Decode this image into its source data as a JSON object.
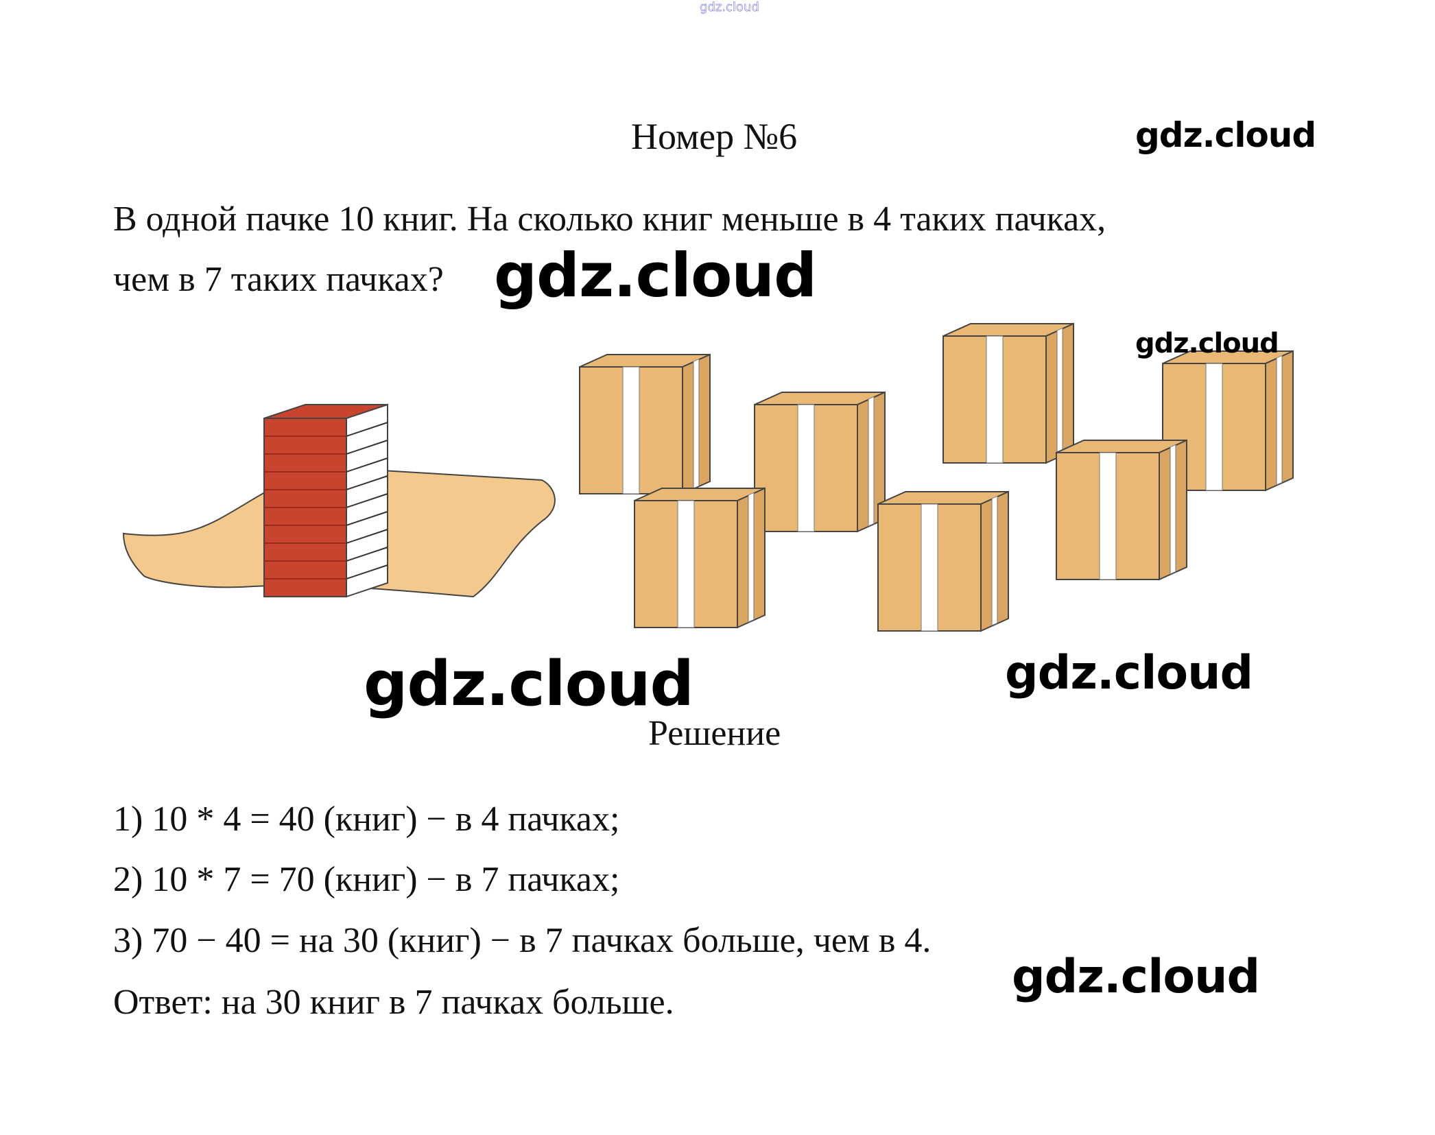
{
  "watermark": "gdz.cloud",
  "header": {
    "title": "Номер №6"
  },
  "task": {
    "line1": "В одной пачке 10 книг. На сколько книг меньше в 4 таких пачках,",
    "line2": "чем в 7 таких пачках?"
  },
  "illustration": {
    "description": "Стопка из 10 книг на бумаге и 7 пачек",
    "book_count": 10,
    "pack_count": 7,
    "colors": {
      "book": "#c9442e",
      "paper": "#f4c98e",
      "box": "#e8b874",
      "tape": "#ffffff"
    }
  },
  "solution": {
    "title": "Решение",
    "steps": [
      "1) 10 * 4 = 40 (книг) − в 4 пачках;",
      "2) 10 * 7 = 70 (книг) − в 7 пачках;",
      "3) 70 − 40 = на 30 (книг) − в 7 пачках больше, чем в 4."
    ],
    "answer": "Ответ: на 30 книг в 7 пачках больше."
  }
}
